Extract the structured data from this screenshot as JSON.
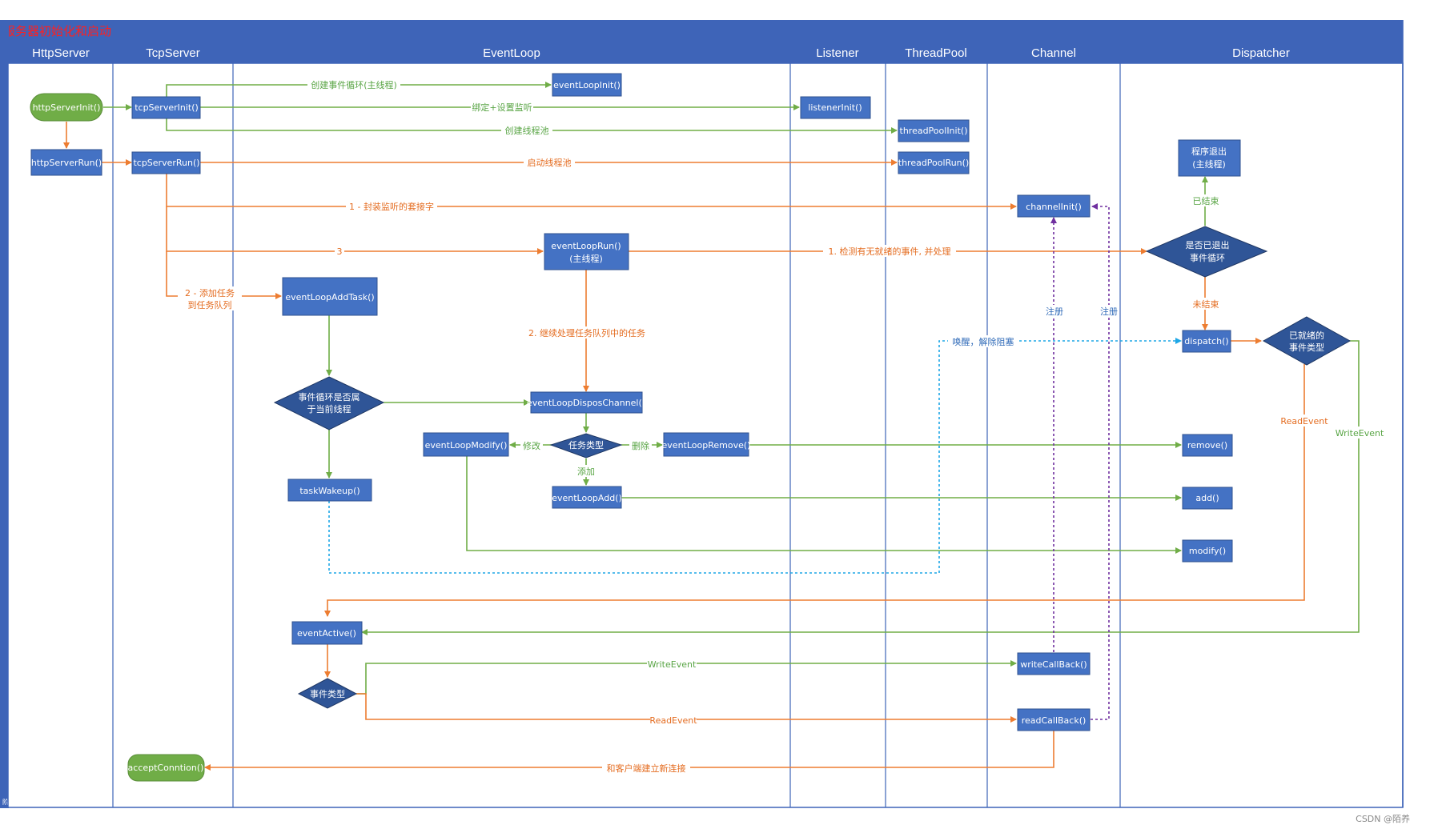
{
  "frame": {
    "title": "服务器初始化和启动",
    "side_label": "阶段",
    "lanes": [
      "HttpServer",
      "TcpServer",
      "EventLoop",
      "Listener",
      "ThreadPool",
      "Channel",
      "Dispatcher"
    ]
  },
  "colors": {
    "frame_blue": "#3e64b8",
    "node_blue": "#4472c4",
    "node_green": "#70ad47",
    "edge_orange": "#ed7d31",
    "edge_green": "#70ad47",
    "edge_cyan": "#1ea7e6",
    "edge_purple": "#7030a0"
  },
  "nodes": {
    "httpServerInit": "httpServerInit()",
    "httpServerRun": "httpServerRun()",
    "tcpServerInit": "tcpServerInit()",
    "tcpServerRun": "tcpServerRun()",
    "eventLoopInit": "eventLoopInit()",
    "listenerInit": "listenerInit()",
    "threadPoolInit": "threadPoolInit()",
    "threadPoolRun": "threadPoolRun()",
    "programExit_1": "程序退出",
    "programExit_2": "(主线程)",
    "channelInit": "channelInit()",
    "eventLoopRun_1": "eventLoopRun()",
    "eventLoopRun_2": "(主线程)",
    "isExited_1": "是否已退出",
    "isExited_2": "事件循环",
    "eventLoopAddTask": "eventLoopAddTask()",
    "dispatch": "dispatch()",
    "readyType_1": "已就绪的",
    "readyType_2": "事件类型",
    "isCurrentThread_1": "事件循环是否属",
    "isCurrentThread_2": "于当前线程",
    "eventLoopDisposChannel": "eventLoopDisposChannel()",
    "taskType": "任务类型",
    "eventLoopModify": "eventLoopModify()",
    "eventLoopRemove": "eventLoopRemove()",
    "remove": "remove()",
    "eventLoopAdd": "eventLoopAdd()",
    "add": "add()",
    "taskWakeup": "taskWakeup()",
    "modify": "modify()",
    "eventActive": "eventActive()",
    "eventType": "事件类型",
    "writeCallBack": "writeCallBack()",
    "readCallBack": "readCallBack()",
    "acceptConntion": "acceptConntion()"
  },
  "labels": {
    "create_loop": "创建事件循环(主线程)",
    "bind_listen": "绑定+设置监听",
    "create_pool": "创建线程池",
    "start_pool": "启动线程池",
    "wrap_socket": "1 - 封装监听的套接字",
    "three": "3",
    "detect_ready": "1. 检测有无就绪的事件, 并处理",
    "ended": "已结束",
    "not_ended": "未结束",
    "add_task_1": "2 - 添加任务",
    "add_task_2": "到任务队列",
    "continue_tasks": "2. 继续处理任务队列中的任务",
    "register_1": "注册",
    "register_2": "注册",
    "wakeup": "唤醒，解除阻塞",
    "modify_lbl": "修改",
    "delete_lbl": "删除",
    "add_lbl": "添加",
    "read_event_right": "ReadEvent",
    "write_event_right": "WriteEvent",
    "write_event_mid": "WriteEvent",
    "read_event_mid": "ReadEvent",
    "new_connection": "和客户端建立新连接"
  },
  "watermark": "CSDN @陌养"
}
